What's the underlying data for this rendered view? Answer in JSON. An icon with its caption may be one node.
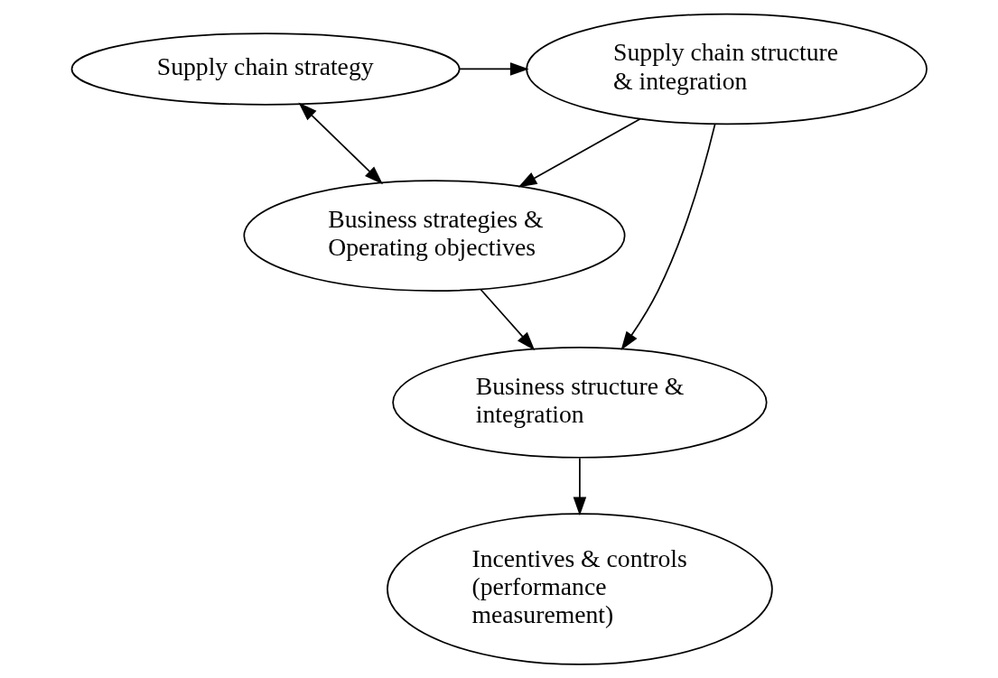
{
  "diagram": {
    "nodes": [
      {
        "text": [
          "Supply chain strategy"
        ]
      },
      {
        "text": [
          "Supply chain structure & integration"
        ]
      },
      {
        "text": [
          "Business strategies & Operating objectives"
        ]
      },
      {
        "text": [
          "Business structure & integration"
        ]
      },
      {
        "text": [
          "Incentives & controls (performance measurement)"
        ]
      }
    ],
    "edges": [
      {
        "from": 0,
        "to": 1,
        "arrow": "to"
      },
      {
        "from": 0,
        "to": 2,
        "arrow": "both"
      },
      {
        "from": 1,
        "to": 2,
        "arrow": "to"
      },
      {
        "from": 1,
        "to": 3,
        "arrow": "to"
      },
      {
        "from": 2,
        "to": 3,
        "arrow": "to"
      },
      {
        "from": 3,
        "to": 4,
        "arrow": "to"
      }
    ]
  }
}
